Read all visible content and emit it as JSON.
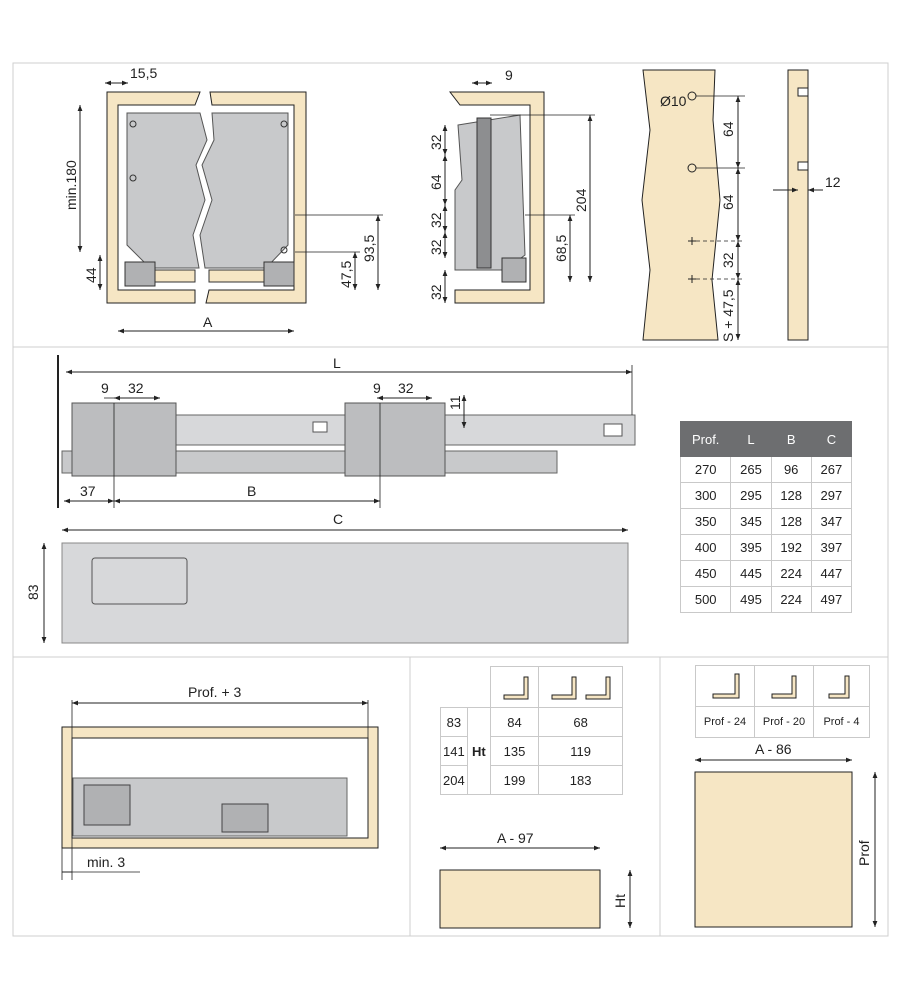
{
  "colors": {
    "wood": "#f6e6c4",
    "metal": "#c8c9cb",
    "frame": "#cfcfcf",
    "header": "#6d6e70",
    "line": "#222222"
  },
  "top": {
    "front": {
      "w": "15,5",
      "h1": "min.180",
      "h2": "44",
      "h3": "47,5",
      "h4": "93,5",
      "w2": "A"
    },
    "side": {
      "top": "9",
      "d1": "32",
      "d2": "64",
      "d3": "32",
      "d4": "32",
      "d5": "32",
      "total": "204",
      "mid": "68,5"
    },
    "panel": {
      "hole": "Ø10",
      "d1": "64",
      "d2": "64",
      "d3": "32",
      "d4": "S + 47,5",
      "thick": "12"
    }
  },
  "middle": {
    "L": "L",
    "d9a": "9",
    "d32a": "32",
    "d9b": "9",
    "d32b": "32",
    "d11": "11",
    "d37": "37",
    "B": "B",
    "C": "C",
    "h83": "83"
  },
  "dims_table": {
    "headers": [
      "Prof.",
      "L",
      "B",
      "C"
    ],
    "rows": [
      [
        "270",
        "265",
        "96",
        "267"
      ],
      [
        "300",
        "295",
        "128",
        "297"
      ],
      [
        "350",
        "345",
        "128",
        "347"
      ],
      [
        "400",
        "395",
        "192",
        "397"
      ],
      [
        "450",
        "445",
        "224",
        "447"
      ],
      [
        "500",
        "495",
        "224",
        "497"
      ]
    ]
  },
  "bottom": {
    "assembly": {
      "prof": "Prof. + 3",
      "min": "min. 3"
    },
    "ht_table": {
      "ht": "Ht",
      "rows": [
        [
          "83",
          "84",
          "68"
        ],
        [
          "141",
          "135",
          "119"
        ],
        [
          "204",
          "199",
          "183"
        ]
      ]
    },
    "back": {
      "w": "A - 97",
      "h": "Ht"
    },
    "prof_table": {
      "labels": [
        "Prof - 24",
        "Prof - 20",
        "Prof - 4"
      ]
    },
    "base": {
      "w": "A - 86",
      "h": "Prof"
    }
  }
}
